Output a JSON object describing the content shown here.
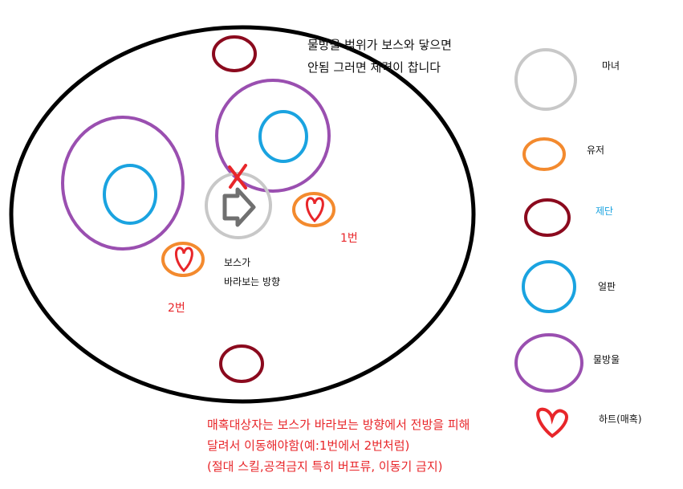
{
  "top_note": {
    "line1": "물방울 범위가 보스와 닿으면",
    "line2": "안됨 그러면 체력이 찹니다"
  },
  "boss_direction": {
    "line1": "보스가",
    "line2": "바라보는 방향"
  },
  "positions": {
    "pos1": "1번",
    "pos2": "2번"
  },
  "legend": [
    {
      "label": "마녀",
      "color": "#c8c8c8",
      "icon": "grey-circle-icon"
    },
    {
      "label": "유저",
      "color": "#f38a2e",
      "icon": "orange-circle-icon"
    },
    {
      "label": "제단",
      "color": "#8b0a1e",
      "icon": "dark-red-circle-icon"
    },
    {
      "label": "얼판",
      "color": "#1aa3e0",
      "icon": "blue-circle-icon"
    },
    {
      "label": "물방울",
      "color": "#9a4fb0",
      "icon": "purple-circle-icon"
    },
    {
      "label": "하트(매혹)",
      "color": "#e8262a",
      "icon": "heart-icon"
    }
  ],
  "bottom_note": {
    "line1": "매혹대상자는 보스가 바라보는 방향에서 전방을 피해",
    "line2": "달려서 이동해야함(예:1번에서 2번처럼)",
    "line3": "(절대 스킬,공격금지 특히 버프류, 이동기 금지)"
  },
  "colors": {
    "arena": "#000000",
    "boss": "#c8c8c8",
    "user": "#f38a2e",
    "altar": "#8b0a1e",
    "ice": "#1aa3e0",
    "bubble": "#9a4fb0",
    "heart": "#e8262a",
    "arrow": "#707070",
    "cross": "#e8262a"
  }
}
